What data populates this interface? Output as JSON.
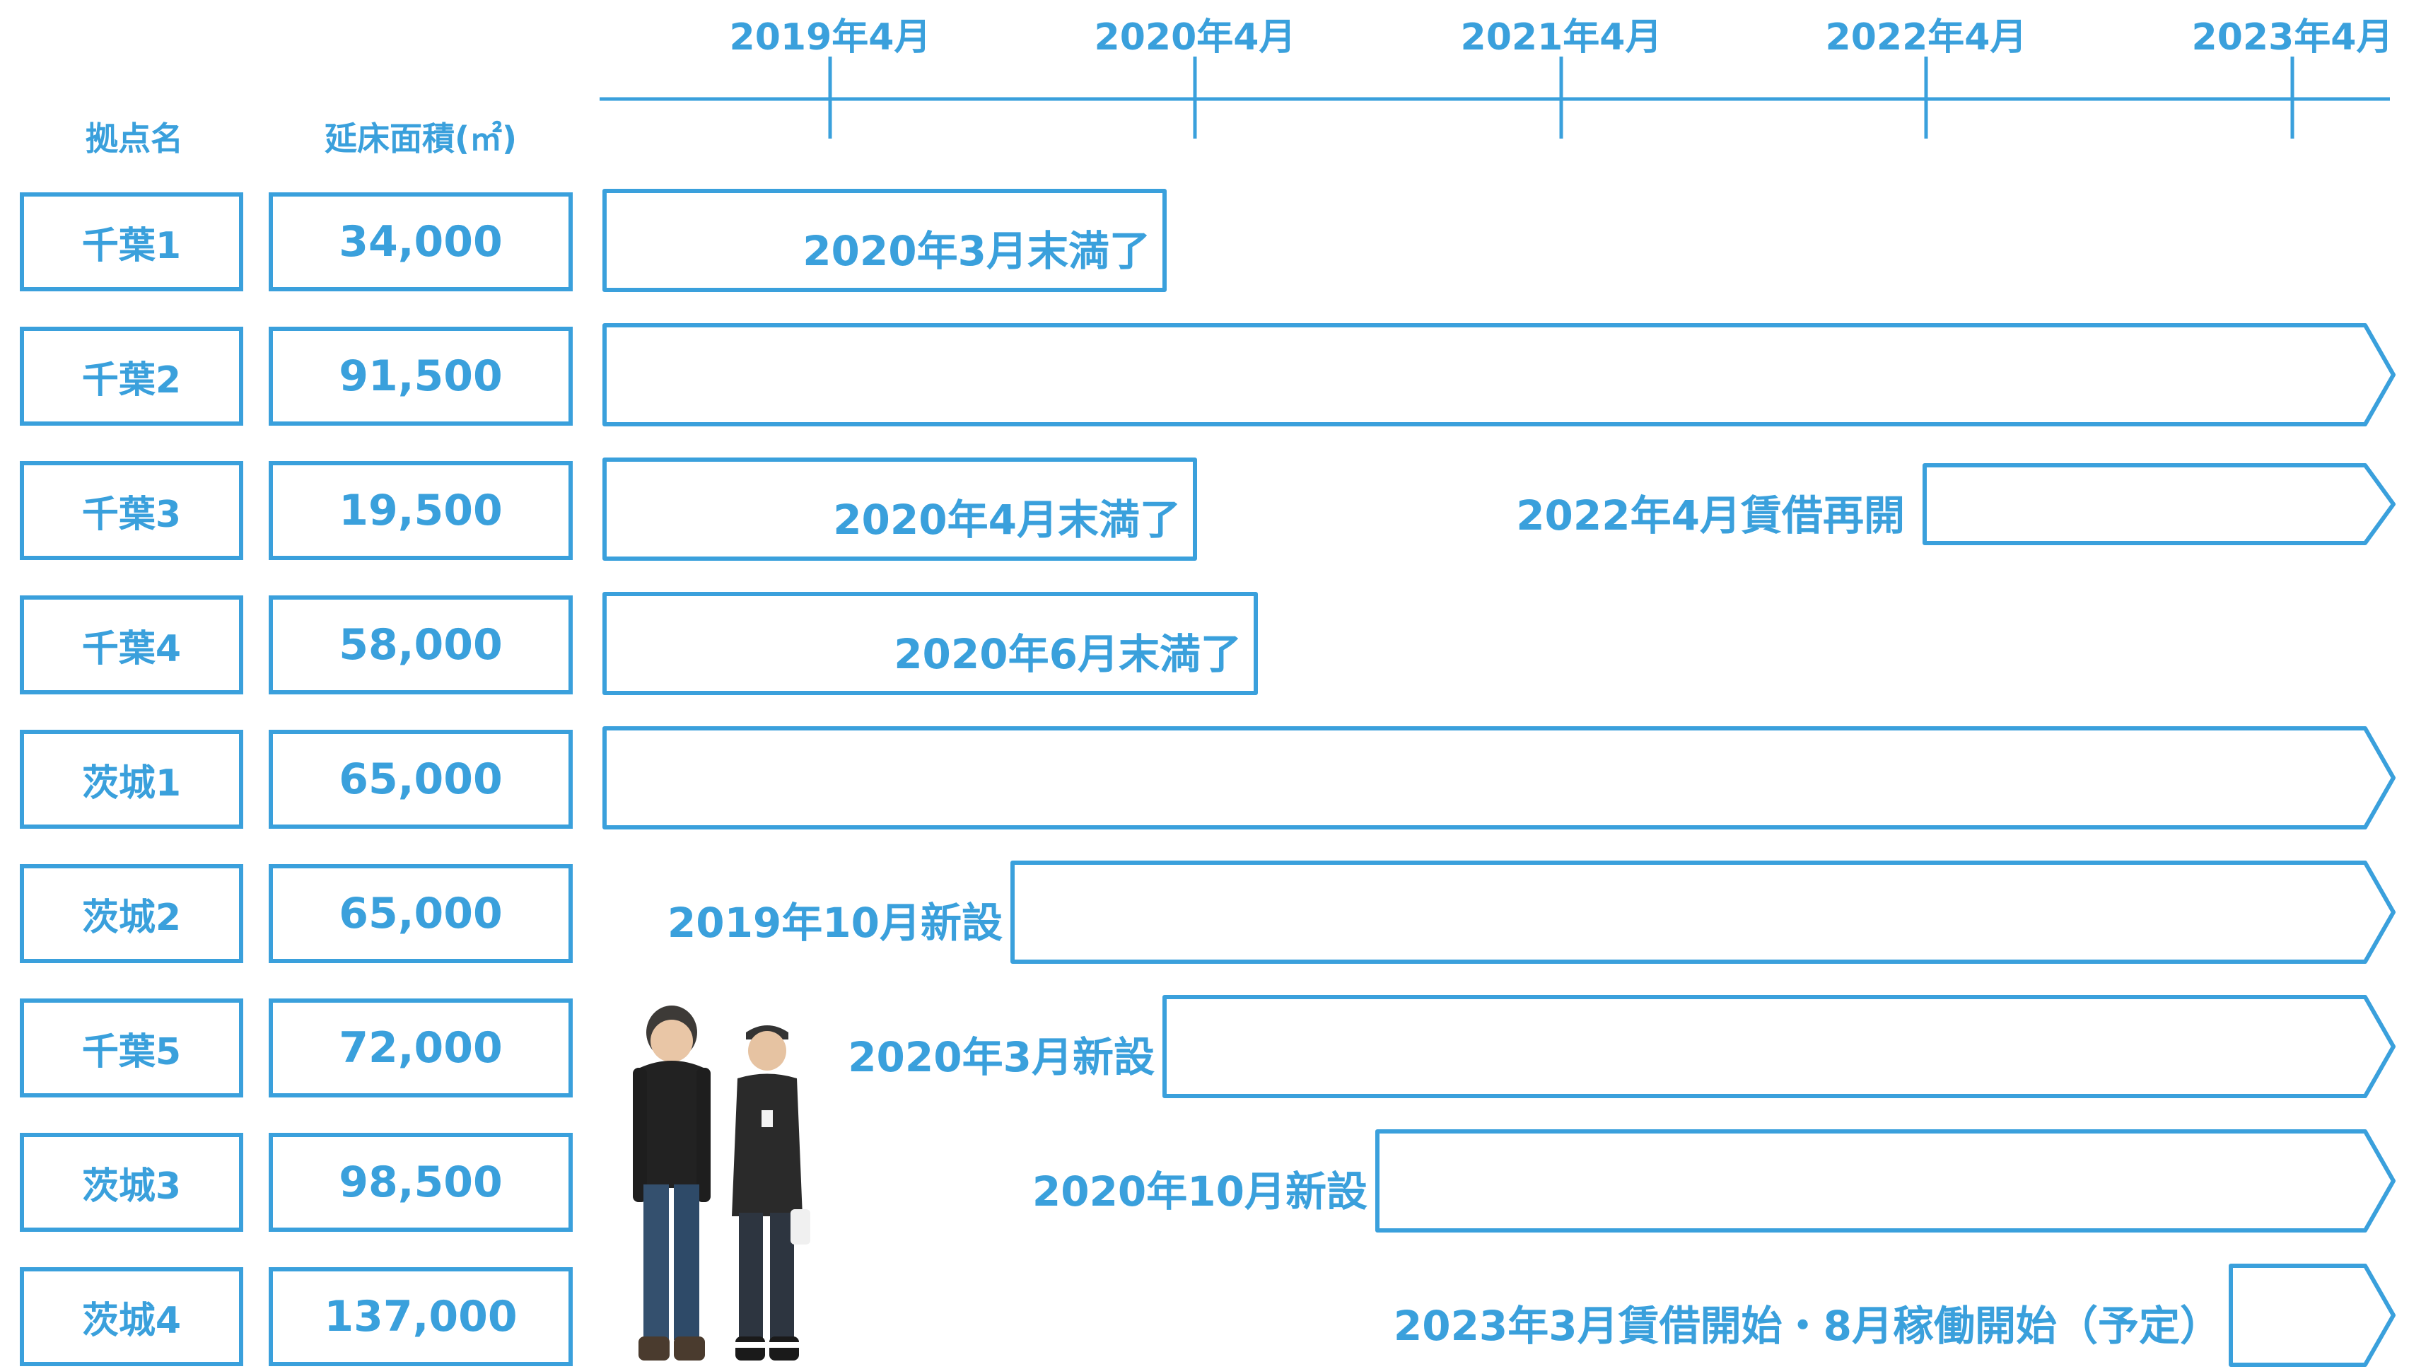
{
  "headers": {
    "name": "拠点名",
    "area": "延床面積(㎡)"
  },
  "timeline": {
    "ticks": [
      "2019年4月",
      "2020年4月",
      "2021年4月",
      "2022年4月",
      "2023年4月"
    ]
  },
  "sites": [
    {
      "name": "千葉1",
      "area": "34,000",
      "note": "2020年3月末満了",
      "bar": {
        "start": "2019-04",
        "end": "2020-03"
      }
    },
    {
      "name": "千葉2",
      "area": "91,500",
      "note": "",
      "bar": {
        "start": "2019-04",
        "end": "2023-04"
      }
    },
    {
      "name": "千葉3",
      "area": "19,500",
      "note": "2020年4月末満了",
      "note2": "2022年4月賃借再開",
      "bar": {
        "start": "2019-04",
        "end": "2020-04"
      },
      "bar2": {
        "start": "2022-04",
        "end": "2023-04"
      }
    },
    {
      "name": "千葉4",
      "area": "58,000",
      "note": "2020年6月末満了",
      "bar": {
        "start": "2019-04",
        "end": "2020-06"
      }
    },
    {
      "name": "茨城1",
      "area": "65,000",
      "note": "",
      "bar": {
        "start": "2019-04",
        "end": "2023-04"
      }
    },
    {
      "name": "茨城2",
      "area": "65,000",
      "note": "2019年10月新設",
      "bar": {
        "start": "2019-10",
        "end": "2023-04"
      }
    },
    {
      "name": "千葉5",
      "area": "72,000",
      "note": "2020年3月新設",
      "bar": {
        "start": "2020-03",
        "end": "2023-04"
      }
    },
    {
      "name": "茨城3",
      "area": "98,500",
      "note": "2020年10月新設",
      "bar": {
        "start": "2020-10",
        "end": "2023-04"
      }
    },
    {
      "name": "茨城4",
      "area": "137,000",
      "note": "2023年3月賃借開始・8月稼働開始（予定）",
      "bar": {
        "start": "2023-03",
        "end": "2023-04"
      }
    }
  ],
  "colors": {
    "accent": "#3aa0dc"
  }
}
